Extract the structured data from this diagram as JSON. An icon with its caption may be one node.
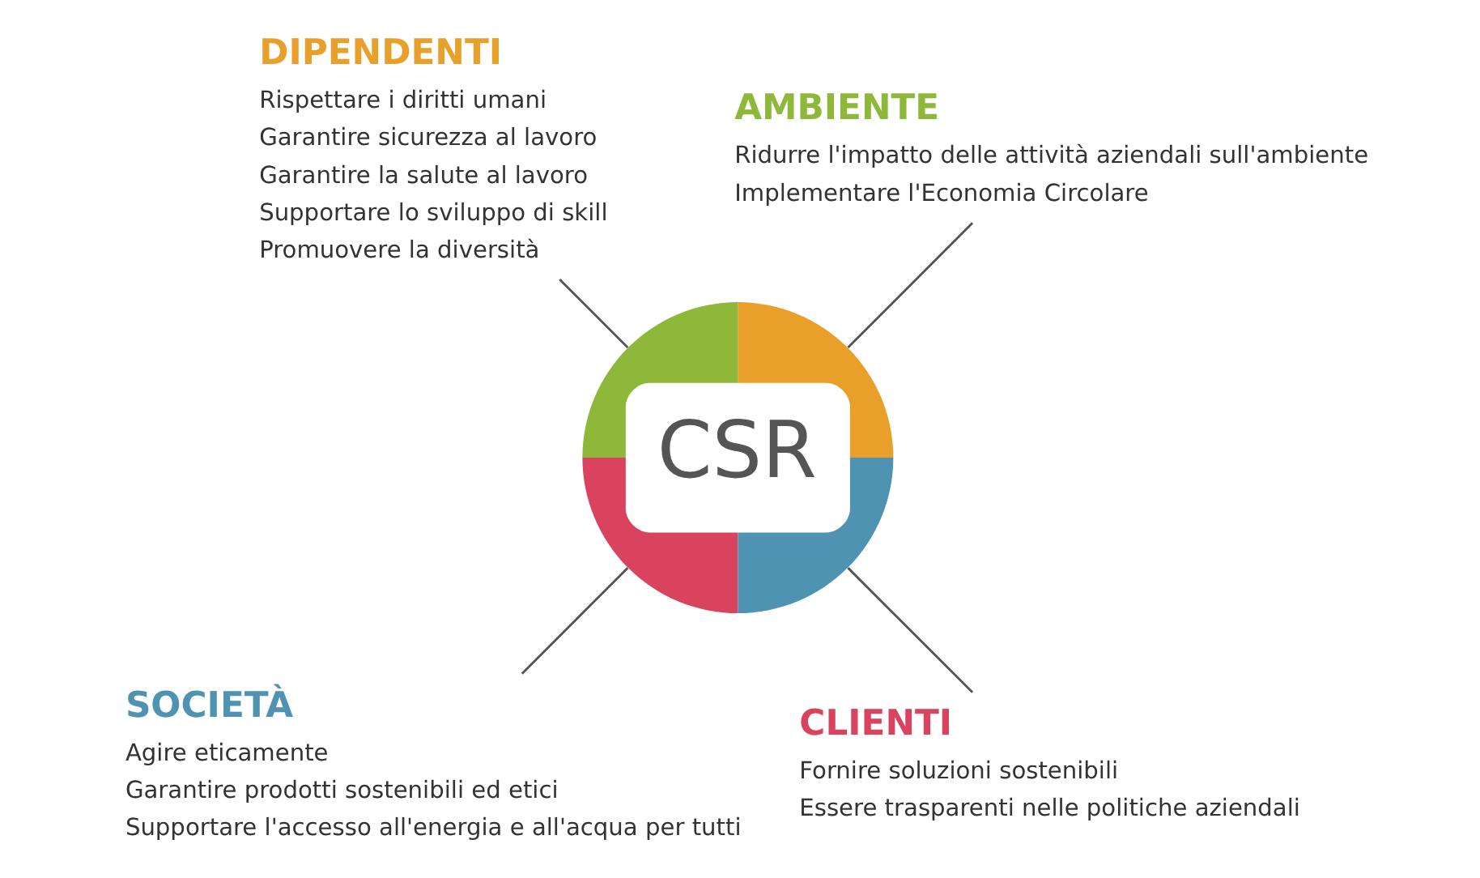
{
  "diagram": {
    "nodes": [
      {
        "text": [
          "CSR"
        ]
      },
      {
        "text": [
          "DIPENDENTI",
          "Rispettare i diritti umani",
          "Garantire sicurezza al lavoro",
          "Garantire la salute al lavoro",
          "Supportare lo sviluppo di skill",
          "Promuovere la diversità"
        ]
      },
      {
        "text": [
          "AMBIENTE",
          "Ridurre l'impatto delle attività aziendali sull'ambiente",
          "Implementare l'Economia Circolare"
        ]
      },
      {
        "text": [
          "SOCIETÀ",
          "Agire eticamente",
          "Garantire prodotti sostenibili ed etici",
          "Supportare l'accesso all'energia e all'acqua per tutti"
        ]
      },
      {
        "text": [
          "CLIENTI",
          "Fornire soluzioni sostenibili",
          "Essere trasparenti nelle politiche aziendali"
        ]
      }
    ],
    "edges": [
      {
        "from": 0,
        "to": 1,
        "arrow": "none"
      },
      {
        "from": 0,
        "to": 2,
        "arrow": "none"
      },
      {
        "from": 0,
        "to": 3,
        "arrow": "none"
      },
      {
        "from": 0,
        "to": 4,
        "arrow": "none"
      }
    ]
  }
}
